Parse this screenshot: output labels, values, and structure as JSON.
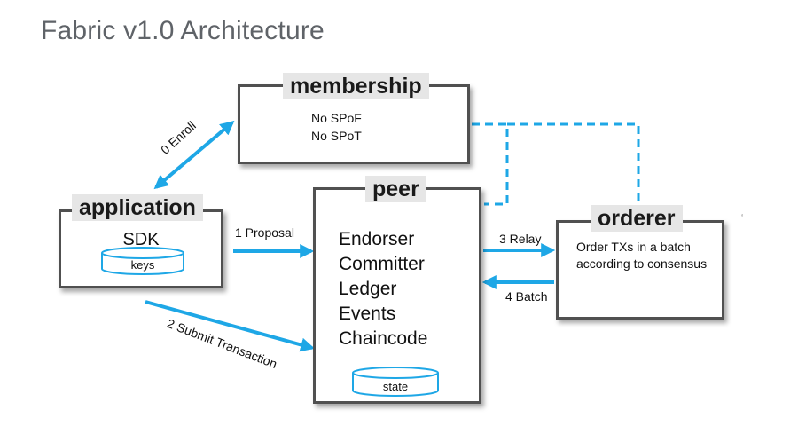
{
  "title": "Fabric v1.0 Architecture",
  "membership": {
    "title": "membership",
    "lines": [
      "No SPoF",
      "No SPoT"
    ]
  },
  "application": {
    "title": "application",
    "sdk": "SDK",
    "db_label": "keys"
  },
  "peer": {
    "title": "peer",
    "roles": [
      "Endorser",
      "Committer",
      "Ledger",
      "Events",
      "Chaincode"
    ],
    "db_label": "state"
  },
  "orderer": {
    "title": "orderer",
    "description": "Order TXs in a batch according to consensus"
  },
  "edges": {
    "enroll": "0 Enroll",
    "proposal": "1 Proposal",
    "submit": "2 Submit Transaction",
    "relay": "3 Relay",
    "batch": "4 Batch"
  },
  "stray_mark": "‘",
  "colors": {
    "arrow": "#1ea7e6",
    "box_border": "#505050",
    "title_bg": "#e6e6e6",
    "title_text": "#5f6368"
  }
}
